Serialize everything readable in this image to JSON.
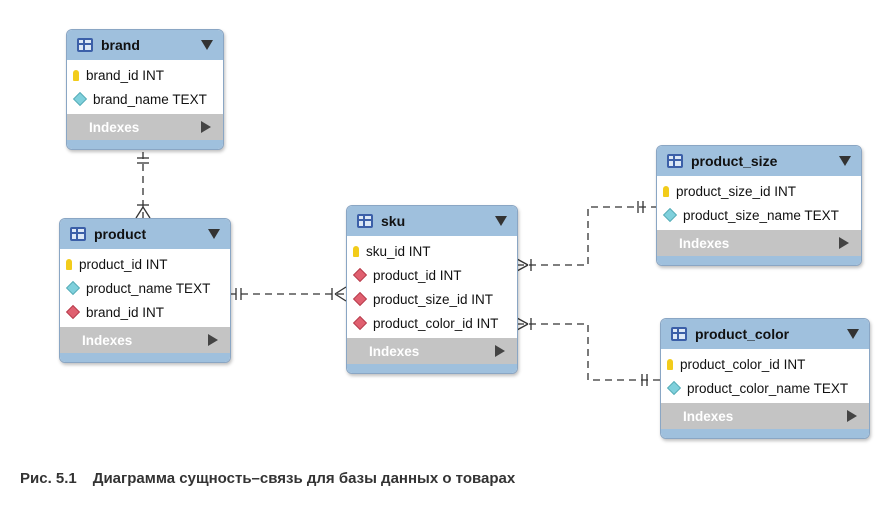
{
  "tables": {
    "brand": {
      "name": "brand",
      "columns": [
        {
          "label": "brand_id INT",
          "kind": "primary-key"
        },
        {
          "label": "brand_name TEXT",
          "kind": "attribute"
        }
      ],
      "indexes_label": "Indexes"
    },
    "product": {
      "name": "product",
      "columns": [
        {
          "label": "product_id INT",
          "kind": "primary-key"
        },
        {
          "label": "product_name TEXT",
          "kind": "attribute"
        },
        {
          "label": "brand_id INT",
          "kind": "foreign-key"
        }
      ],
      "indexes_label": "Indexes"
    },
    "sku": {
      "name": "sku",
      "columns": [
        {
          "label": "sku_id INT",
          "kind": "primary-key"
        },
        {
          "label": "product_id INT",
          "kind": "foreign-key"
        },
        {
          "label": "product_size_id INT",
          "kind": "foreign-key"
        },
        {
          "label": "product_color_id INT",
          "kind": "foreign-key"
        }
      ],
      "indexes_label": "Indexes"
    },
    "product_size": {
      "name": "product_size",
      "columns": [
        {
          "label": "product_size_id INT",
          "kind": "primary-key"
        },
        {
          "label": "product_size_name TEXT",
          "kind": "attribute"
        }
      ],
      "indexes_label": "Indexes"
    },
    "product_color": {
      "name": "product_color",
      "columns": [
        {
          "label": "product_color_id INT",
          "kind": "primary-key"
        },
        {
          "label": "product_color_name TEXT",
          "kind": "attribute"
        }
      ],
      "indexes_label": "Indexes"
    }
  },
  "relationships": [
    {
      "from": "brand",
      "to": "product",
      "from_end": "one",
      "to_end": "many"
    },
    {
      "from": "product",
      "to": "sku",
      "from_end": "one",
      "to_end": "many"
    },
    {
      "from": "product_size",
      "to": "sku",
      "from_end": "one",
      "to_end": "many"
    },
    {
      "from": "product_color",
      "to": "sku",
      "from_end": "one",
      "to_end": "many"
    }
  ],
  "caption": {
    "number": "Рис. 5.1",
    "text": "Диаграмма сущность–связь для базы данных о товарах"
  },
  "colors": {
    "header": "#9fc0dd",
    "indexes_bar": "#c4c4c4",
    "primary_key": "#f2cc1b",
    "attribute": "#7fd0dc",
    "foreign_key": "#e06070"
  }
}
